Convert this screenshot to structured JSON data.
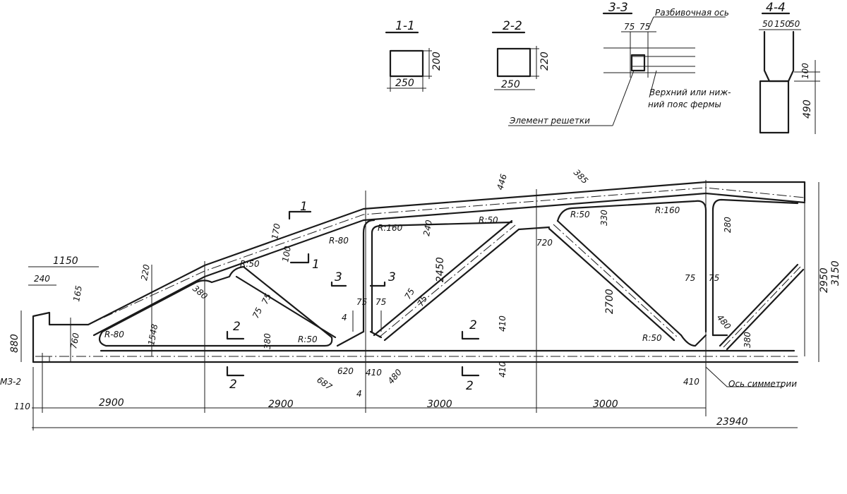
{
  "sections": {
    "s11": {
      "title": "1-1",
      "width": "250",
      "height": "200"
    },
    "s22": {
      "title": "2-2",
      "width": "250",
      "height": "220"
    },
    "s33": {
      "title": "3-3",
      "axis_label": "Разбивочная ось",
      "dim_left": "75",
      "dim_right": "75",
      "chord_label_1": "Верхний или ниж-",
      "chord_label_2": "ний пояс фермы",
      "lattice_label": "Элемент решетки"
    },
    "s44": {
      "title": "4-4",
      "dim_a": "50",
      "dim_b": "150",
      "dim_c": "50",
      "dim_top": "100",
      "dim_bottom": "490"
    }
  },
  "truss": {
    "dims": {
      "d1150": "1150",
      "d240": "240",
      "d165": "165",
      "d220": "220",
      "d880": "880",
      "d760": "760",
      "d1548": "1548",
      "d380a": "380",
      "d170": "170",
      "d100": "100",
      "r80a": "R-80",
      "r80b": "R-80",
      "r50a": "R:50",
      "r50b": "R:50",
      "r160a": "R:160",
      "r50c": "R:50",
      "r50d": "R:50",
      "r160b": "R:160",
      "r50e": "R:50",
      "d75a": "75",
      "d75b": "75",
      "d75c": "75",
      "d75d": "75",
      "d75e": "75",
      "d75f": "75",
      "d75g": "75",
      "d75h": "75",
      "d380b": "380",
      "d380c": "380",
      "d620": "620",
      "d687": "687",
      "d410a": "410",
      "d480a": "480",
      "d4a": "4",
      "d4b": "4",
      "d240b": "240",
      "d2450": "2450",
      "d446": "446",
      "d385": "385",
      "d720": "720",
      "d330": "330",
      "d2700": "2700",
      "d280": "280",
      "d480b": "480",
      "d410b": "410",
      "d410c": "410",
      "d410d": "410",
      "d2950": "2950",
      "d3150": "3150",
      "d110": "110",
      "span1": "2900",
      "span2": "2900",
      "span3": "3000",
      "span4": "3000",
      "total": "23940"
    },
    "marks": {
      "m1": "1",
      "m1b": "1",
      "m2": "2",
      "m2b": "2",
      "m2c": "2",
      "m2d": "2",
      "m3": "3",
      "m3b": "3"
    },
    "mz": "МЗ-2",
    "symmetry_axis": "Ось симметрии"
  }
}
